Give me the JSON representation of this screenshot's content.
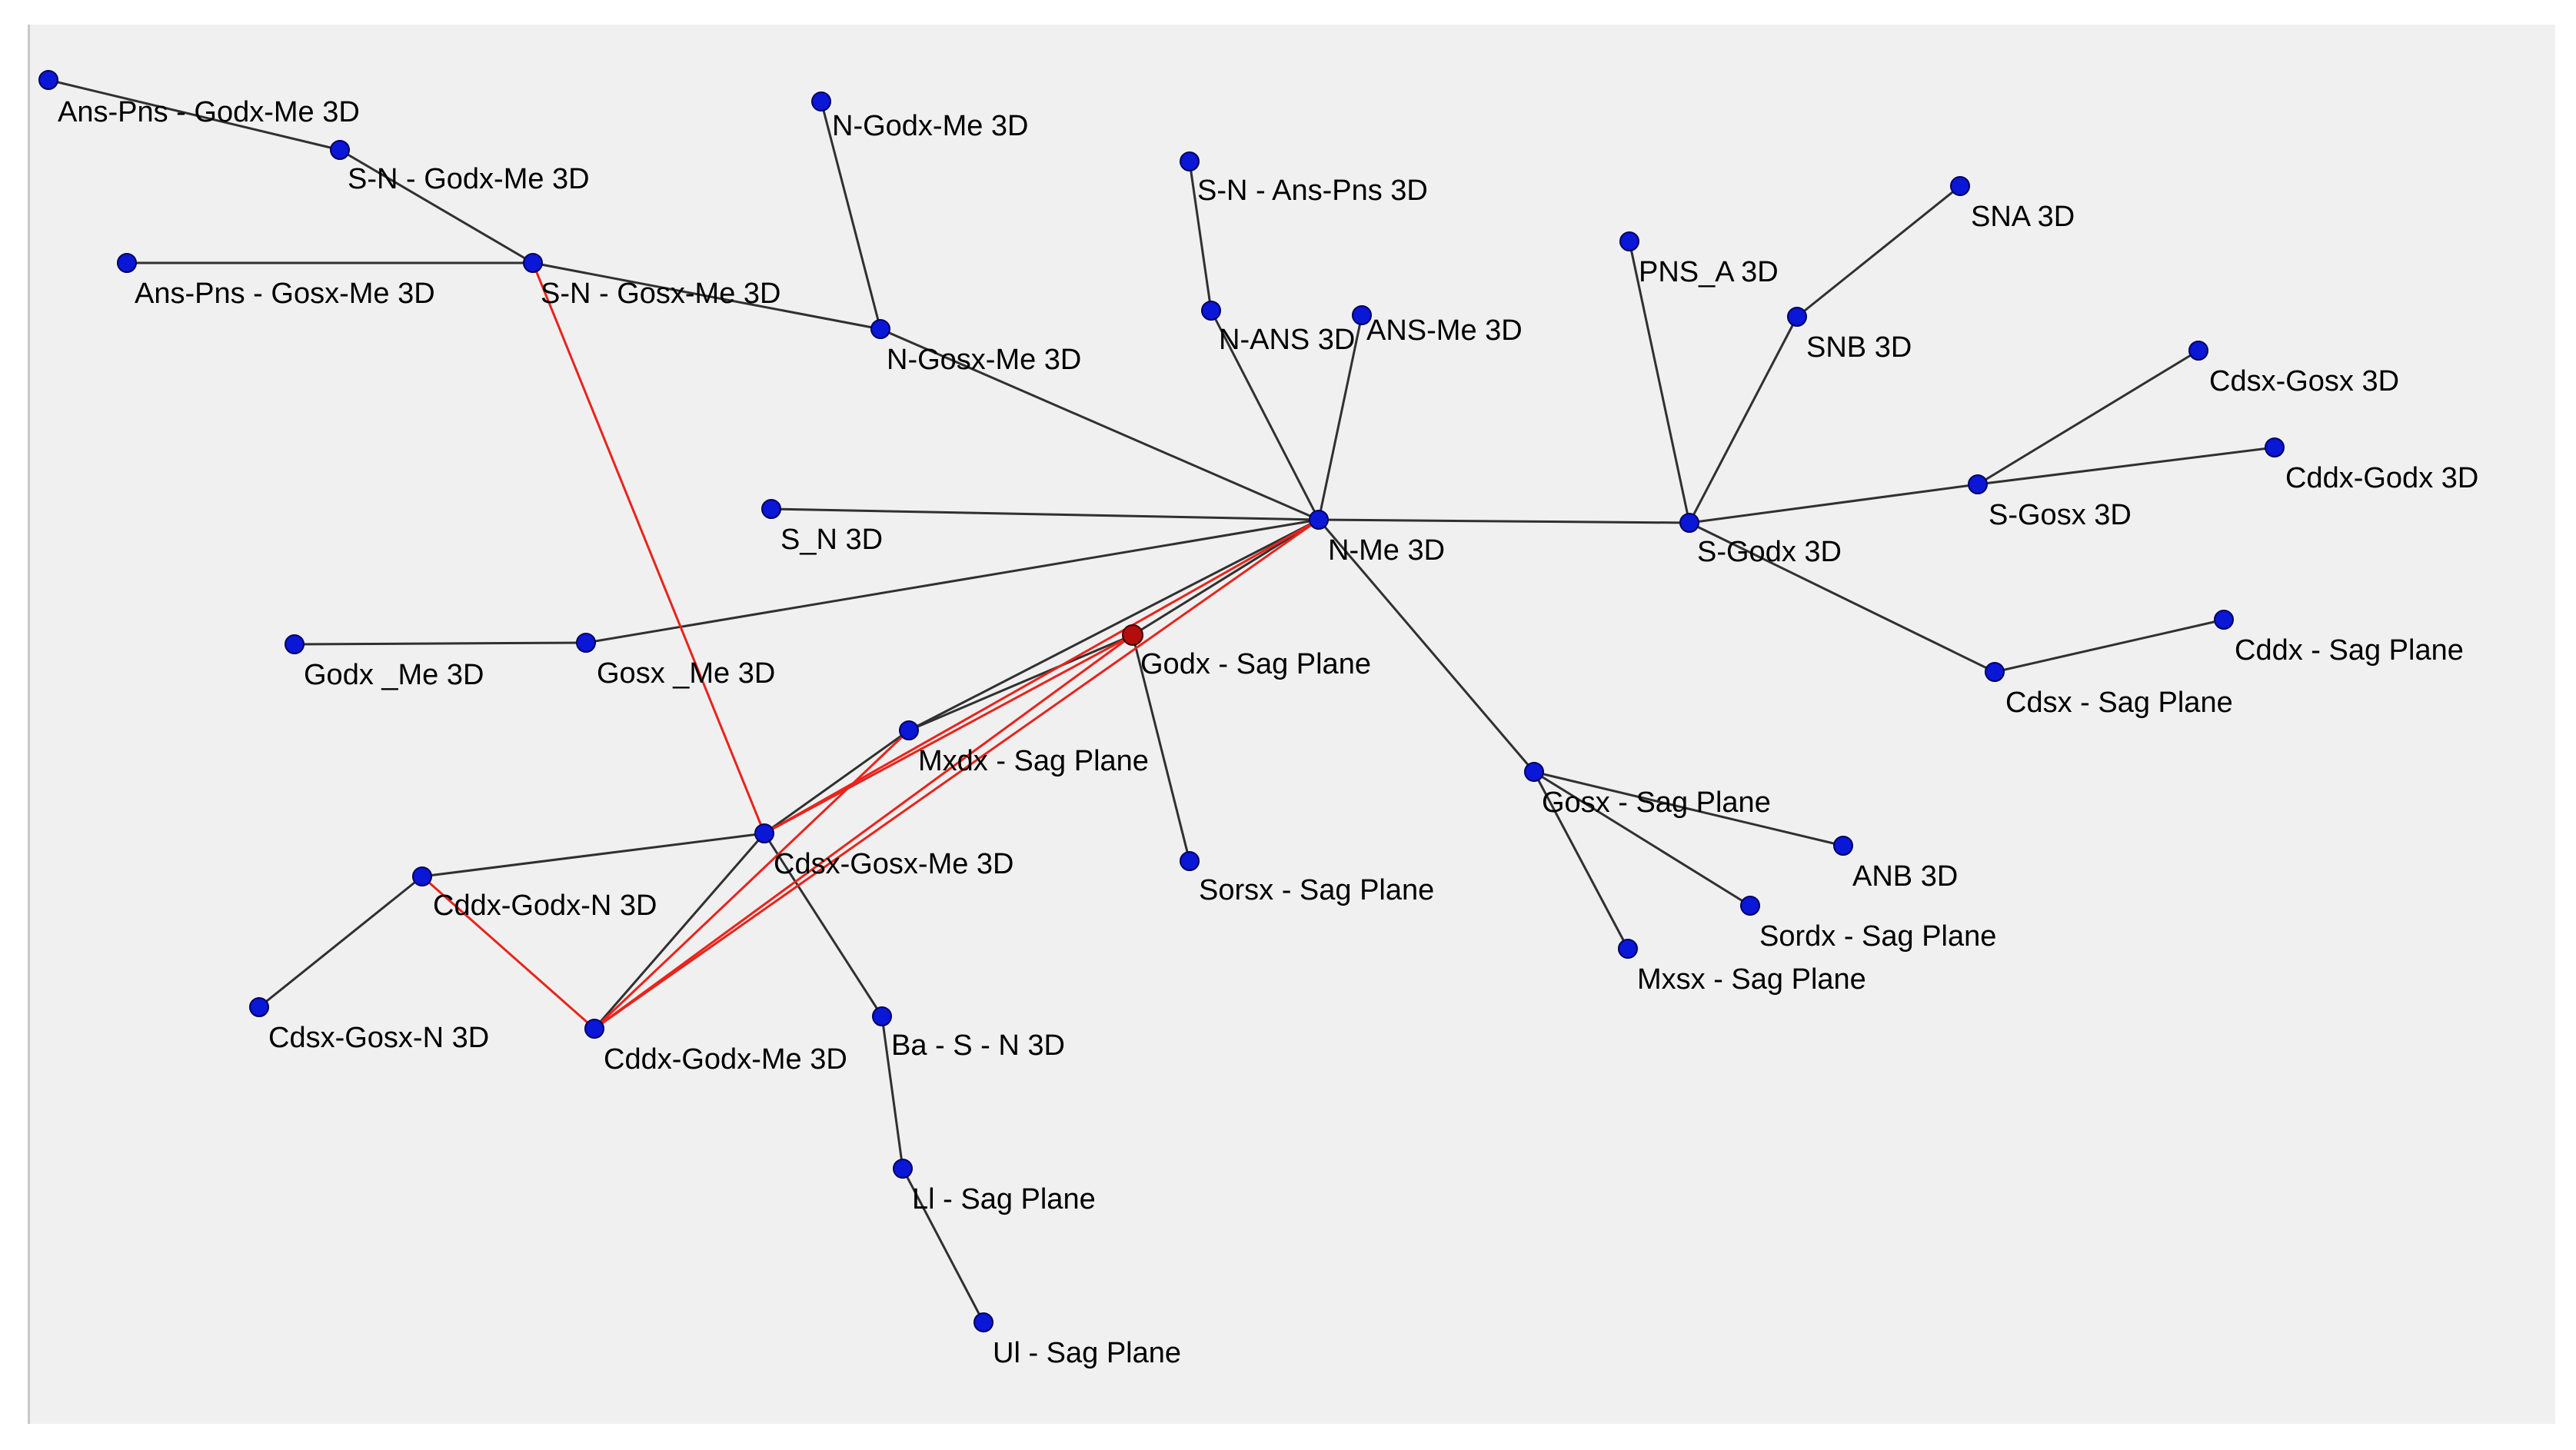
{
  "graph": {
    "colors": {
      "background": "#f0f0f0",
      "node": "#0a17d6",
      "selected_node": "#b30d0d",
      "edge": "#303030",
      "highlight_edge": "#e8241c"
    },
    "nodes": [
      {
        "id": "ans-pns-godx-me",
        "label": "Ans-Pns - Godx-Me 3D"
      },
      {
        "id": "n-godx-me",
        "label": "N-Godx-Me 3D"
      },
      {
        "id": "s-n-godx-me",
        "label": "S-N - Godx-Me 3D"
      },
      {
        "id": "s-n-ans-pns",
        "label": "S-N - Ans-Pns 3D"
      },
      {
        "id": "sna",
        "label": "SNA 3D"
      },
      {
        "id": "pns-a",
        "label": "PNS_A 3D"
      },
      {
        "id": "ans-pns-gosx-me",
        "label": "Ans-Pns - Gosx-Me 3D"
      },
      {
        "id": "s-n-gosx-me",
        "label": "S-N - Gosx-Me 3D"
      },
      {
        "id": "n-ans",
        "label": "N-ANS 3D"
      },
      {
        "id": "ans-me",
        "label": "ANS-Me 3D"
      },
      {
        "id": "n-gosx-me",
        "label": "N-Gosx-Me 3D"
      },
      {
        "id": "snb",
        "label": "SNB 3D"
      },
      {
        "id": "cdsx-gosx",
        "label": "Cdsx-Gosx 3D"
      },
      {
        "id": "cddx-godx",
        "label": "Cddx-Godx 3D"
      },
      {
        "id": "s-n",
        "label": "S_N 3D"
      },
      {
        "id": "n-me",
        "label": "N-Me 3D"
      },
      {
        "id": "s-godx",
        "label": "S-Godx 3D"
      },
      {
        "id": "s-gosx",
        "label": "S-Gosx 3D"
      },
      {
        "id": "godx-me",
        "label": "Godx _Me 3D"
      },
      {
        "id": "gosx-me",
        "label": "Gosx _Me 3D"
      },
      {
        "id": "godx-sag",
        "label": "Godx - Sag Plane"
      },
      {
        "id": "cddx-sag",
        "label": "Cddx - Sag Plane"
      },
      {
        "id": "cdsx-sag",
        "label": "Cdsx - Sag Plane"
      },
      {
        "id": "mxdx-sag",
        "label": "Mxdx - Sag Plane"
      },
      {
        "id": "gosx-sag",
        "label": "Gosx - Sag Plane"
      },
      {
        "id": "cdsx-gosx-me",
        "label": "Cdsx-Gosx-Me 3D"
      },
      {
        "id": "anb",
        "label": "ANB 3D"
      },
      {
        "id": "sorsx-sag",
        "label": "Sorsx - Sag Plane"
      },
      {
        "id": "cddx-godx-n",
        "label": "Cddx-Godx-N 3D"
      },
      {
        "id": "sordx-sag",
        "label": "Sordx - Sag Plane"
      },
      {
        "id": "mxsx-sag",
        "label": "Mxsx - Sag Plane"
      },
      {
        "id": "cdsx-gosx-n",
        "label": "Cdsx-Gosx-N 3D"
      },
      {
        "id": "cddx-godx-me",
        "label": "Cddx-Godx-Me 3D"
      },
      {
        "id": "ba-s-n",
        "label": "Ba - S - N 3D"
      },
      {
        "id": "li-sag",
        "label": "Ll - Sag Plane"
      },
      {
        "id": "ui-sag",
        "label": "Ul - Sag Plane"
      }
    ],
    "edges": [
      {
        "source": "ans-pns-godx-me",
        "target": "s-n-godx-me"
      },
      {
        "source": "s-n-godx-me",
        "target": "s-n-gosx-me"
      },
      {
        "source": "ans-pns-gosx-me",
        "target": "s-n-gosx-me"
      },
      {
        "source": "s-n-gosx-me",
        "target": "n-gosx-me"
      },
      {
        "source": "n-godx-me",
        "target": "n-gosx-me"
      },
      {
        "source": "n-gosx-me",
        "target": "n-me"
      },
      {
        "source": "s-n-ans-pns",
        "target": "n-ans"
      },
      {
        "source": "n-ans",
        "target": "n-me"
      },
      {
        "source": "ans-me",
        "target": "n-me"
      },
      {
        "source": "s-n",
        "target": "n-me"
      },
      {
        "source": "n-me",
        "target": "s-godx"
      },
      {
        "source": "n-me",
        "target": "gosx-me"
      },
      {
        "source": "godx-me",
        "target": "gosx-me"
      },
      {
        "source": "n-me",
        "target": "gosx-sag"
      },
      {
        "source": "n-me",
        "target": "godx-sag"
      },
      {
        "source": "n-me",
        "target": "mxdx-sag"
      },
      {
        "source": "pns-a",
        "target": "s-godx"
      },
      {
        "source": "sna",
        "target": "snb"
      },
      {
        "source": "snb",
        "target": "s-godx"
      },
      {
        "source": "s-godx",
        "target": "s-gosx"
      },
      {
        "source": "cdsx-gosx",
        "target": "s-gosx"
      },
      {
        "source": "cddx-godx",
        "target": "s-gosx"
      },
      {
        "source": "s-godx",
        "target": "cdsx-sag"
      },
      {
        "source": "cddx-sag",
        "target": "cdsx-sag"
      },
      {
        "source": "gosx-sag",
        "target": "anb"
      },
      {
        "source": "gosx-sag",
        "target": "sordx-sag"
      },
      {
        "source": "gosx-sag",
        "target": "mxsx-sag"
      },
      {
        "source": "godx-sag",
        "target": "sorsx-sag"
      },
      {
        "source": "godx-sag",
        "target": "mxdx-sag"
      },
      {
        "source": "mxdx-sag",
        "target": "cdsx-gosx-me"
      },
      {
        "source": "cddx-godx-n",
        "target": "cdsx-gosx-me"
      },
      {
        "source": "cddx-godx-n",
        "target": "cdsx-gosx-n"
      },
      {
        "source": "cdsx-gosx-me",
        "target": "cddx-godx-me"
      },
      {
        "source": "cdsx-gosx-me",
        "target": "ba-s-n"
      },
      {
        "source": "ba-s-n",
        "target": "li-sag"
      },
      {
        "source": "li-sag",
        "target": "ui-sag"
      },
      {
        "source": "s-n-gosx-me",
        "target": "cdsx-gosx-me",
        "highlight": true
      },
      {
        "source": "n-me",
        "target": "cdsx-gosx-me",
        "highlight": true
      },
      {
        "source": "n-me",
        "target": "cddx-godx-me",
        "highlight": true
      },
      {
        "source": "godx-sag",
        "target": "cddx-godx-me",
        "highlight": true
      },
      {
        "source": "mxdx-sag",
        "target": "cddx-godx-me",
        "highlight": true
      },
      {
        "source": "godx-sag",
        "target": "cdsx-gosx-me",
        "highlight": true
      },
      {
        "source": "cddx-godx-n",
        "target": "cddx-godx-me",
        "highlight": true
      }
    ]
  }
}
